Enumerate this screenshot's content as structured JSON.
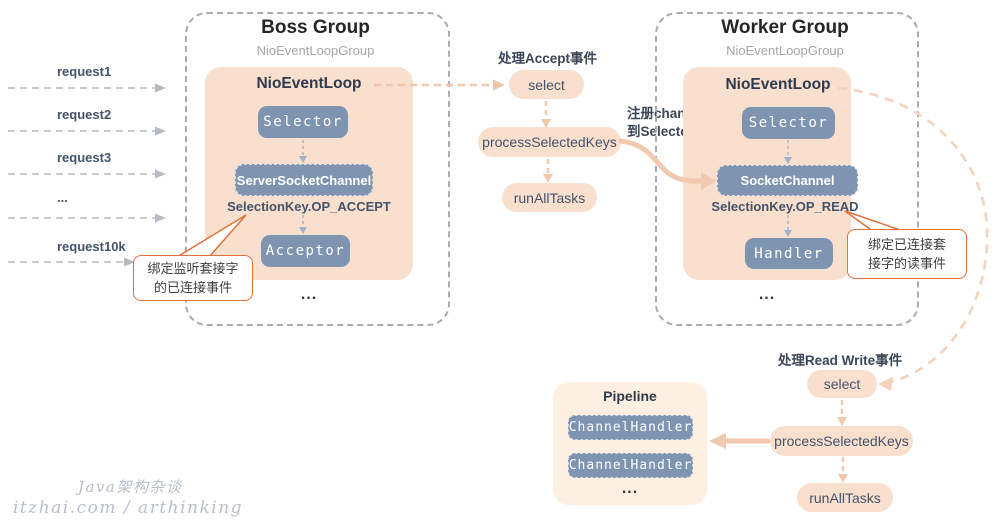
{
  "colors": {
    "peach_box": "#f9dfcd",
    "pipeline_box": "#fdf0e2",
    "button_blue": "#7e94b0",
    "dark_slate_text": "#44546a",
    "callout_orange": "#e2703a",
    "group_border_gray": "#a9acb2",
    "arrow_peach": "#f0c9ae",
    "arrow_gray": "#b6bac2"
  },
  "requests": [
    "request1",
    "request2",
    "request3",
    "...",
    "request10k"
  ],
  "boss_group": {
    "title": "Boss Group",
    "subtitle": "NioEventLoopGroup",
    "loop_title": "NioEventLoop",
    "selector": "Selector",
    "channel": "ServerSocketChannel",
    "selection_key": "SelectionKey.OP_ACCEPT",
    "worker": "Acceptor",
    "more": "..."
  },
  "worker_group": {
    "title": "Worker Group",
    "subtitle": "NioEventLoopGroup",
    "loop_title": "NioEventLoop",
    "selector": "Selector",
    "channel": "SocketChannel",
    "selection_key": "SelectionKey.OP_READ",
    "worker": "Handler",
    "more": "..."
  },
  "accept_flow": {
    "title": "处理Accept事件",
    "select": "select",
    "process": "processSelectedKeys",
    "run": "runAllTasks"
  },
  "read_flow": {
    "title": "处理Read Write事件",
    "select": "select",
    "process": "processSelectedKeys",
    "run": "runAllTasks"
  },
  "register_label": {
    "line1": "注册channel",
    "line2": "到Selector"
  },
  "boss_callout": {
    "line1": "绑定监听套接字",
    "line2": "的已连接事件"
  },
  "worker_callout": {
    "line1": "绑定已连接套",
    "line2": "接字的读事件"
  },
  "pipeline": {
    "title": "Pipeline",
    "handler1": "ChannelHandler",
    "handler2": "ChannelHandler",
    "more": "..."
  },
  "watermark": {
    "line1": "Java架构杂谈",
    "line2": "itzhai.com / arthinking"
  }
}
